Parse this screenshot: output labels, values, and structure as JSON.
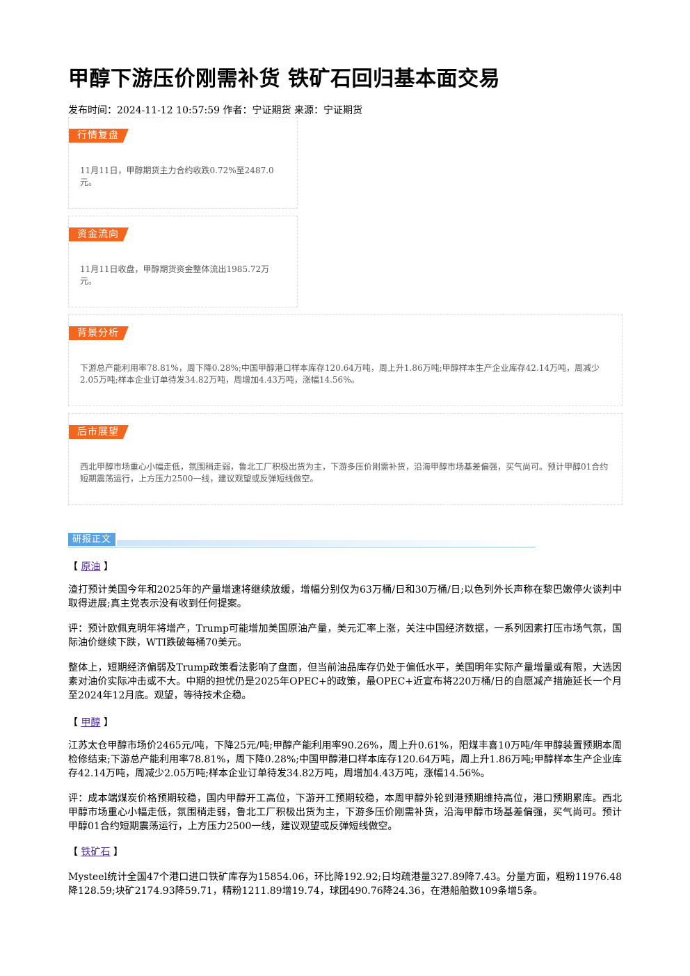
{
  "title": "甲醇下游压价刚需补货 铁矿石回归基本面交易",
  "meta": "发布时间：2024-11-12 10:57:59 作者：宁证期货 来源：宁证期货",
  "cards": [
    {
      "label": "行情复盘",
      "text": "11月11日，甲醇期货主力合约收跌0.72%至2487.0元。"
    },
    {
      "label": "资金流向",
      "text": "11月11日收盘，甲醇期货资金整体流出1985.72万元。"
    },
    {
      "label": "背景分析",
      "text": "下游总产能利用率78.81%，周下降0.28%;中国甲醇港口样本库存120.64万吨，周上升1.86万吨;甲醇样本生产企业库存42.14万吨，周减少2.05万吨;样本企业订单待发34.82万吨，周增加4.43万吨，涨幅14.56%。"
    },
    {
      "label": "后市展望",
      "text": "西北甲醇市场重心小幅走低，氛围稍走弱，鲁北工厂积极出货为主，下游多压价刚需补货，沿海甲醇市场基差偏强，买气尚可。预计甲醇01合约短期震荡运行，上方压力2500一线，建议观望或反弹短线做空。"
    }
  ],
  "section_label": "研报正文",
  "sections": [
    {
      "bracket_open": "【",
      "name": "原油",
      "bracket_close": "】",
      "paragraphs": [
        "渣打预计美国今年和2025年的产量增速将继续放缓，增幅分别仅为63万桶/日和30万桶/日;以色列外长声称在黎巴嫩停火谈判中取得进展;真主党表示没有收到任何提案。",
        "评：预计欧佩克明年将增产，Trump可能增加美国原油产量，美元汇率上涨，关注中国经济数据，一系列因素打压市场气氛，国际油价继续下跌，WTI跌破每桶70美元。",
        "整体上，短期经济偏弱及Trump政策看法影响了盘面，但当前油品库存仍处于偏低水平，美国明年实际产量增量或有限，大选因素对油价实际冲击或不大。中期的担忧仍是2025年OPEC+的政策，最OPEC+近宣布将220万桶/日的自愿减产措施延长一个月至2024年12月底。观望，等待技术企稳。"
      ]
    },
    {
      "bracket_open": "【",
      "name": "甲醇",
      "bracket_close": "】",
      "paragraphs": [
        "江苏太仓甲醇市场价2465元/吨，下降25元/吨;甲醇产能利用率90.26%，周上升0.61%，阳煤丰喜10万吨/年甲醇装置预期本周检修结束;下游总产能利用率78.81%，周下降0.28%;中国甲醇港口样本库存120.64万吨，周上升1.86万吨;甲醇样本生产企业库存42.14万吨，周减少2.05万吨;样本企业订单待发34.82万吨，周增加4.43万吨，涨幅14.56%。",
        "评：成本端煤炭价格预期较稳，国内甲醇开工高位，下游开工预期较稳，本周甲醇外轮到港预期维持高位，港口预期累库。西北甲醇市场重心小幅走低，氛围稍走弱，鲁北工厂积极出货为主，下游多压价刚需补货，沿海甲醇市场基差偏强，买气尚可。预计甲醇01合约短期震荡运行，上方压力2500一线，建议观望或反弹短线做空。"
      ]
    },
    {
      "bracket_open": "【",
      "name": "铁矿石",
      "bracket_close": "】",
      "paragraphs": [
        "Mysteel统计全国47个港口进口铁矿库存为15854.06，环比降192.92;日均疏港量327.89降7.43。分量方面，粗粉11976.48降128.59;块矿2174.93降59.71，精粉1211.89增19.74，球团490.76降24.36，在港船舶数109条增5条。"
      ]
    }
  ]
}
